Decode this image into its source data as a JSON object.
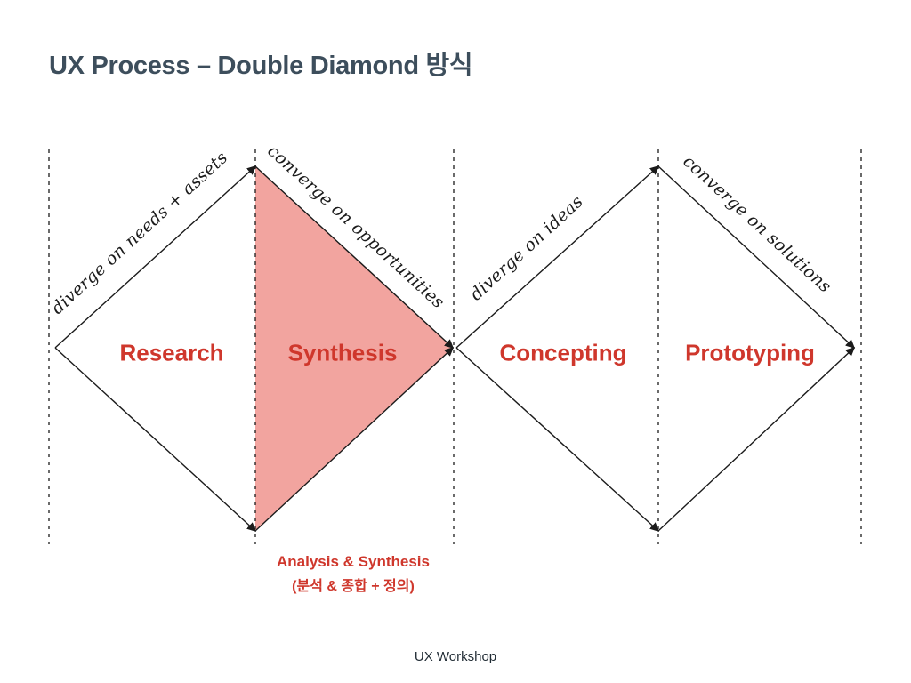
{
  "page": {
    "title": "UX Process – Double Diamond 방식",
    "footer": "UX Workshop"
  },
  "colors": {
    "title_color": "#3d4e5c",
    "accent_red": "#cf372c",
    "pink_fill": "#f2a49f",
    "line_color": "#1b1b1b"
  },
  "diagram": {
    "phases": [
      {
        "label": "Research",
        "highlighted": false
      },
      {
        "label": "Synthesis",
        "highlighted": true
      },
      {
        "label": "Concepting",
        "highlighted": false
      },
      {
        "label": "Prototyping",
        "highlighted": false
      }
    ],
    "edge_labels": [
      {
        "text": "diverge on needs + assets"
      },
      {
        "text": "converge on opportunities"
      },
      {
        "text": "diverge on ideas"
      },
      {
        "text": "converge on solutions"
      }
    ],
    "annotation": {
      "line1": "Analysis & Synthesis",
      "line2": "(분석 & 종합 + 정의)"
    }
  }
}
